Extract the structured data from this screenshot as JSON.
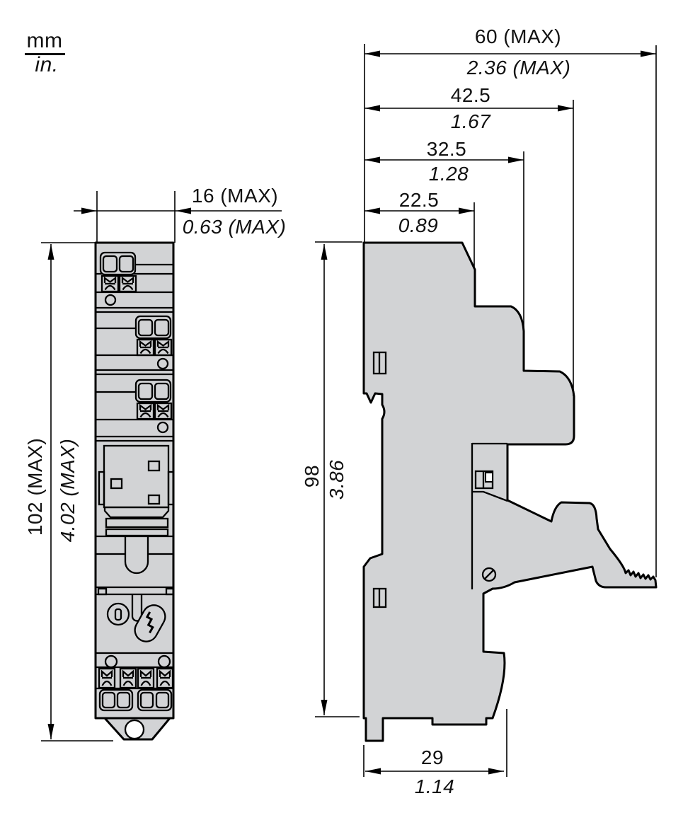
{
  "units": {
    "metric": "mm",
    "imperial": "in."
  },
  "front_view": {
    "width": {
      "mm": "16 (MAX)",
      "in": "0.63 (MAX)"
    },
    "height": {
      "mm": "102 (MAX)",
      "in": "4.02 (MAX)"
    }
  },
  "side_view": {
    "overall_depth": {
      "mm": "60 (MAX)",
      "in": "2.36 (MAX)"
    },
    "depth_to_lever": {
      "mm": "42.5",
      "in": "1.67"
    },
    "depth_mid": {
      "mm": "32.5",
      "in": "1.28"
    },
    "depth_front": {
      "mm": "22.5",
      "in": "0.89"
    },
    "height": {
      "mm": "98",
      "in": "3.86"
    },
    "base_depth": {
      "mm": "29",
      "in": "1.14"
    }
  },
  "colors": {
    "body_fill": "#d2d3d5",
    "line": "#000000",
    "background": "#ffffff"
  }
}
